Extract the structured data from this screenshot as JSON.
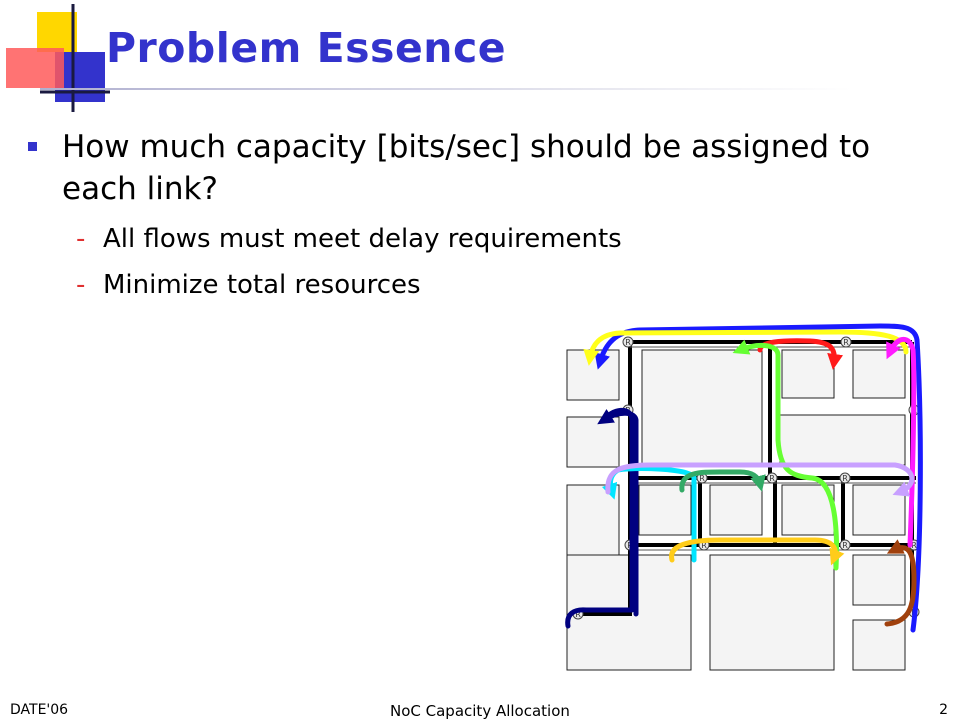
{
  "slide": {
    "title": "Problem Essence",
    "bullet": "How much capacity [bits/sec] should be assigned to each link?",
    "sub_items": [
      "All flows must meet delay requirements",
      "Minimize total resources"
    ],
    "dash_glyph": "-"
  },
  "diagram": {
    "router_label": "R"
  },
  "footer": {
    "left": "DATE'06",
    "center": "NoC Capacity Allocation",
    "page": "2"
  }
}
